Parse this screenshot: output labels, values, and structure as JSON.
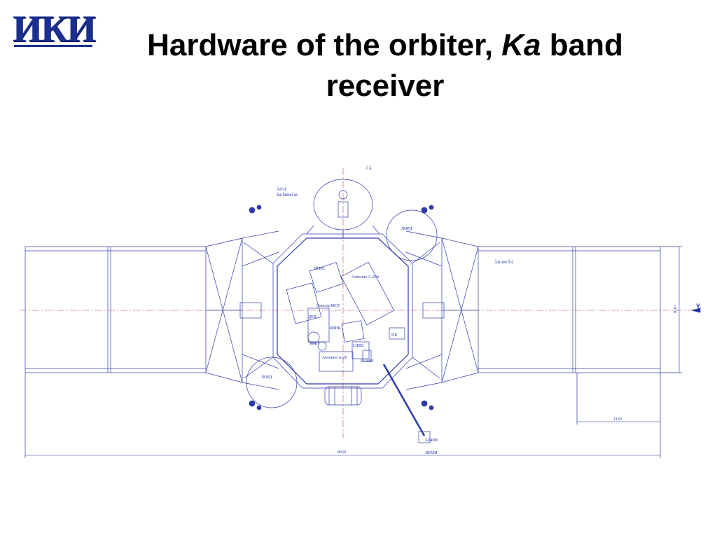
{
  "slide": {
    "logo_text": "ИКИ",
    "title_part1": "Hardware of the orbiter, ",
    "title_italic": "Ka",
    "title_part2": " band receiver"
  },
  "drawing_labels": {
    "top_dish": "Í Ã",
    "top_left_1": "ÀÖ1ê",
    "top_left_2": "Ïåë Ìåëêéî åè",
    "tank_top": "ЛОРД",
    "tank_bottom": "ЛОРД",
    "right_panel": "Ãàï äëë ŠÁ",
    "lgis": "ЛГИС",
    "antenna_200": "Антенна А-200",
    "sensor": "Сенсор-МСУ",
    "item_a": "ДЕВ",
    "item_b": "ЛИНК",
    "item_c": "КМЛ",
    "lidar": "LIDIS",
    "antenna_20": "Антенна А-20",
    "lumis": "LUMIS",
    "pk": "ПК",
    "bottom_1": "АВИМ",
    "bottom_2": "ЛЕМИ",
    "axis_y": "Y",
    "dim_height": "1610",
    "dim_small": "1130",
    "dim_total": "8650"
  },
  "colors": {
    "line": "#2f3aa8",
    "accent": "#1b2f8f",
    "axis": "#c0475a"
  }
}
